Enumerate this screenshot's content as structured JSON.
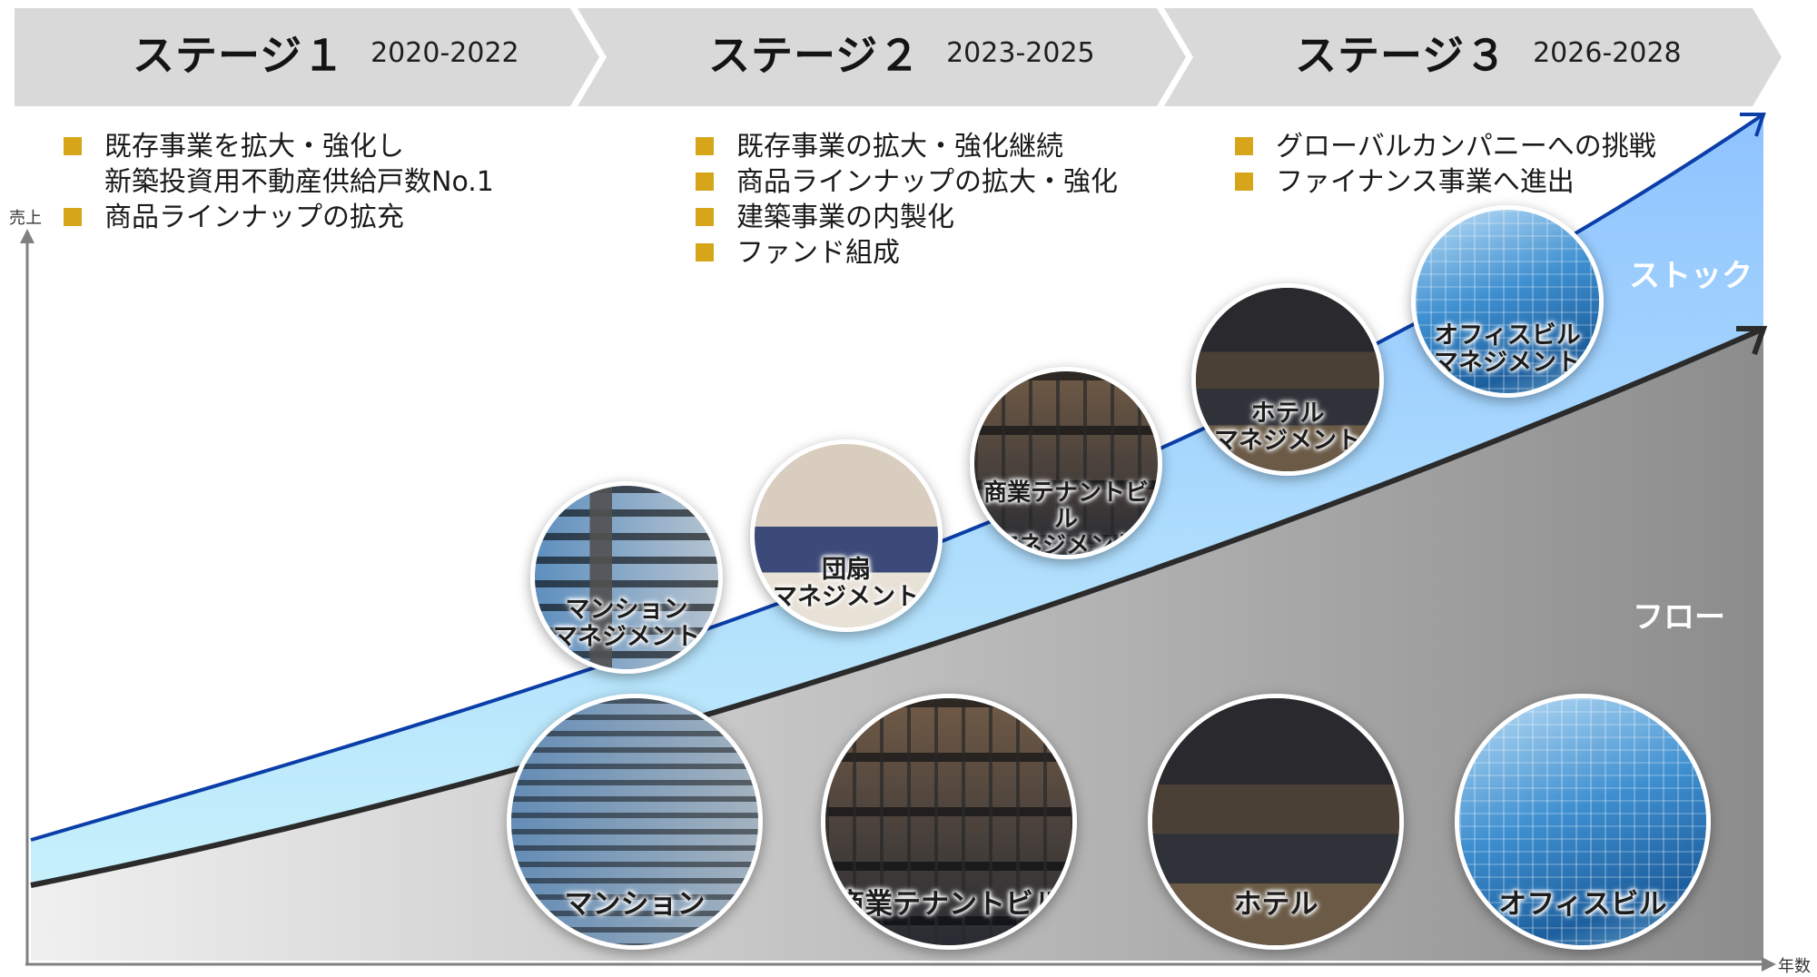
{
  "colors": {
    "accent_bullet": "#d6a51a",
    "stage_bar": "#d9d9d9",
    "stock_area_top": "#8fc3ff",
    "stock_area_bottom": "#c6f1fb",
    "flow_area_dark": "#8c8c8c",
    "flow_area_light": "#f0f0f0",
    "stock_line": "#0b3ea8",
    "flow_line": "#2b2b2b"
  },
  "stages": [
    {
      "name": "ステージ１",
      "years": "2020-2022",
      "bullets": [
        "既存事業を拡大・強化し\n新築投資用不動産供給戸数No.1",
        "商品ラインナップの拡充"
      ]
    },
    {
      "name": "ステージ２",
      "years": "2023-2025",
      "bullets": [
        "既存事業の拡大・強化継続",
        "商品ラインナップの拡大・強化",
        "建築事業の内製化",
        "ファンド組成"
      ]
    },
    {
      "name": "ステージ３",
      "years": "2026-2028",
      "bullets": [
        "グローバルカンパニーへの挑戦",
        "ファイナンス事業へ進出"
      ]
    }
  ],
  "axes": {
    "y_label": "売上",
    "x_label": "年数"
  },
  "areas": {
    "stock_label": "ストック",
    "flow_label": "フロー"
  },
  "management_circles": [
    {
      "label": "マンション\nマネジメント",
      "icon": "apartment-building-photo"
    },
    {
      "label": "団扇\nマネジメント",
      "icon": "hotel-room-photo"
    },
    {
      "label": "商業テナントビル\nマネジメント",
      "icon": "commercial-building-photo"
    },
    {
      "label": "ホテル\nマネジメント",
      "icon": "hotel-building-photo"
    },
    {
      "label": "オフィスビル\nマネジメント",
      "icon": "office-building-photo"
    }
  ],
  "product_circles": [
    {
      "label": "マンション",
      "icon": "apartment-building-photo"
    },
    {
      "label": "商業テナントビル",
      "icon": "commercial-building-photo"
    },
    {
      "label": "ホテル",
      "icon": "hotel-building-photo"
    },
    {
      "label": "オフィスビル",
      "icon": "office-building-photo"
    }
  ]
}
